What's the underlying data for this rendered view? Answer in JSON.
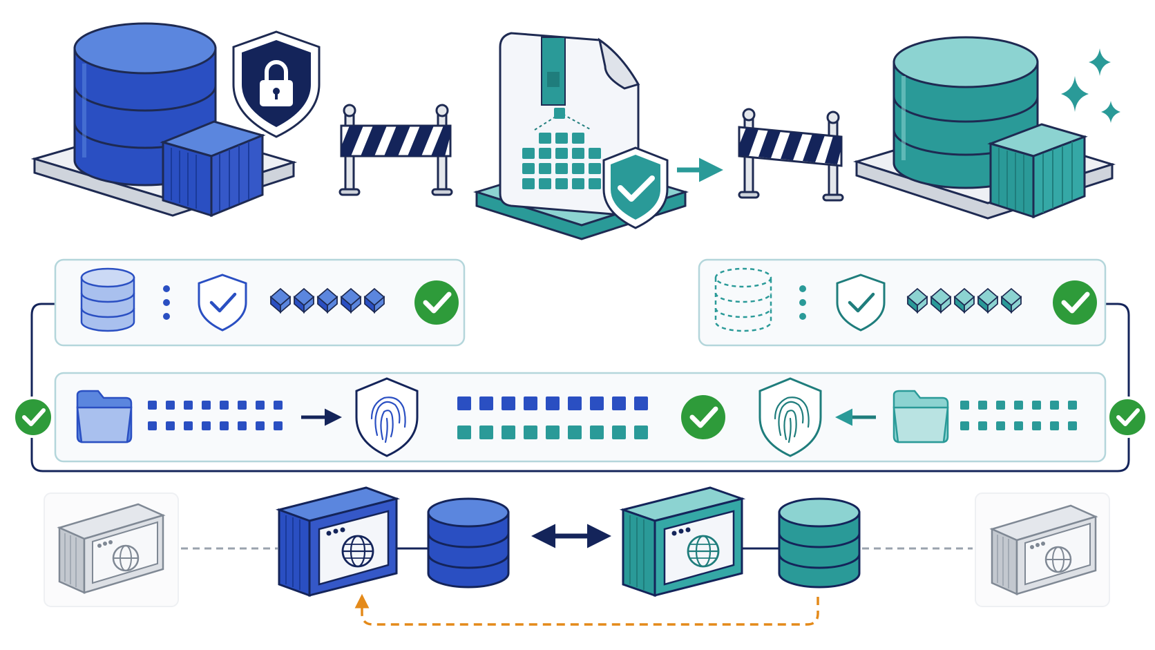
{
  "diagram": {
    "kind": "database-migration-illustration",
    "text_labels": [],
    "icons": {
      "source": [
        "database-icon",
        "lock-shield-icon",
        "shipping-container-icon"
      ],
      "barriers": [
        "barrier-icon",
        "barrier-icon"
      ],
      "package": [
        "document-package-icon",
        "table-grid-icon",
        "check-shield-icon"
      ],
      "target": [
        "database-icon",
        "shipping-container-icon",
        "sparkle-icon"
      ],
      "rows": [
        "database-icon",
        "check-shield-icon",
        "check-badge-icon",
        "folder-icon",
        "fingerprint-shield-icon"
      ],
      "bottom": [
        "server-globe-icon",
        "database-icon",
        "bidirectional-arrow-icon",
        "dashed-return-arrow"
      ]
    },
    "blocks": {
      "source_row_cubes": 5,
      "target_row_cubes": 5,
      "left_dots_per_row": 8,
      "middle_blocks_per_row": 9,
      "right_dots_per_row": 7
    }
  },
  "colors": {
    "navy": "#14245a",
    "blue": "#2a4fc2",
    "blue_light": "#5b86de",
    "blue_pale": "#a9c0ee",
    "teal": "#2a9a98",
    "teal_dark": "#1f7d7c",
    "teal_light": "#8cd3d1",
    "green": "#2e9b3a",
    "orange": "#e48a1a",
    "gray": "#c3c8cf",
    "panel_border": "#b4d6db",
    "outline": "#1e2a52"
  }
}
